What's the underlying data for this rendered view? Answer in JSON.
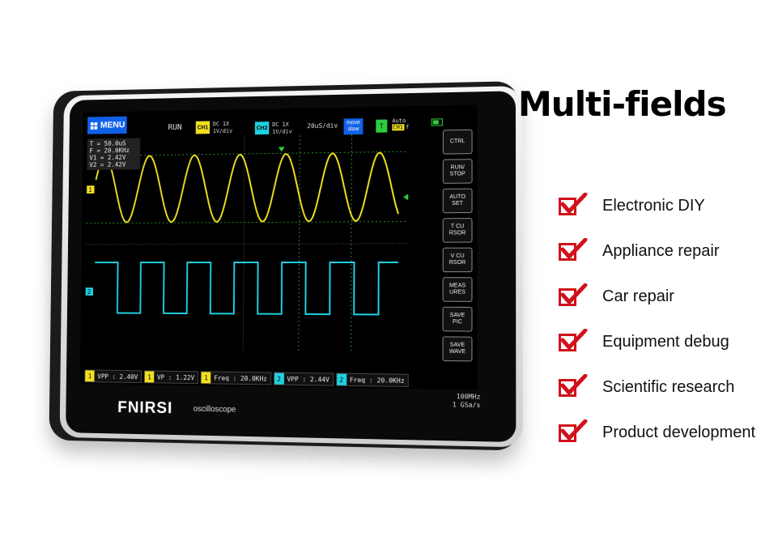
{
  "device": {
    "menu_label": "MENU",
    "run_status": "RUN",
    "ch1": {
      "tag": "CH1",
      "coupling": "DC  1X",
      "scale": "1V/div",
      "color": "#f0e020"
    },
    "ch2": {
      "tag": "CH2",
      "coupling": "DC  1X",
      "scale": "1V/div",
      "color": "#20d0e0"
    },
    "time_base": "20uS/div",
    "move_label_1": "move",
    "move_label_2": "slow",
    "trigger_tag": "T",
    "trigger_mode": "Auto",
    "trigger_ch": "CH1",
    "trigger_edge": "f",
    "readout": [
      "T = 50.0uS",
      "F = 20.0KHz",
      "V1 = 2.42V",
      "V2 = 2.42V"
    ],
    "side_buttons": [
      "CTRL",
      "RUN/\nSTOP",
      "AUTO\nSET",
      "T CU\nRSOR",
      "V CU\nRSOR",
      "MEAS\nURES",
      "SAVE\nPIC",
      "SAVE\nWAVE"
    ],
    "measurements": [
      {
        "ch": "1",
        "text": "VPP : 2.40V"
      },
      {
        "ch": "1",
        "text": "VP : 1.22V"
      },
      {
        "ch": "1",
        "text": "Freq : 20.0KHz"
      },
      {
        "ch": "2",
        "text": "VPP : 2.44V"
      },
      {
        "ch": "2",
        "text": "Freq : 20.0KHz"
      }
    ],
    "ch1_marker": "1",
    "ch2_marker": "2",
    "brand": "FNIRSI",
    "brand_sub": "oscilloscope",
    "bandwidth": "100MHz",
    "sample_rate": "1  GSa/s"
  },
  "headline": "Multi-fields",
  "features": [
    "Electronic DIY",
    "Appliance repair",
    "Car repair",
    "Equipment debug",
    "Scientific research",
    "Product development"
  ],
  "colors": {
    "accent": "#1060e8",
    "check": "#d0121b"
  }
}
